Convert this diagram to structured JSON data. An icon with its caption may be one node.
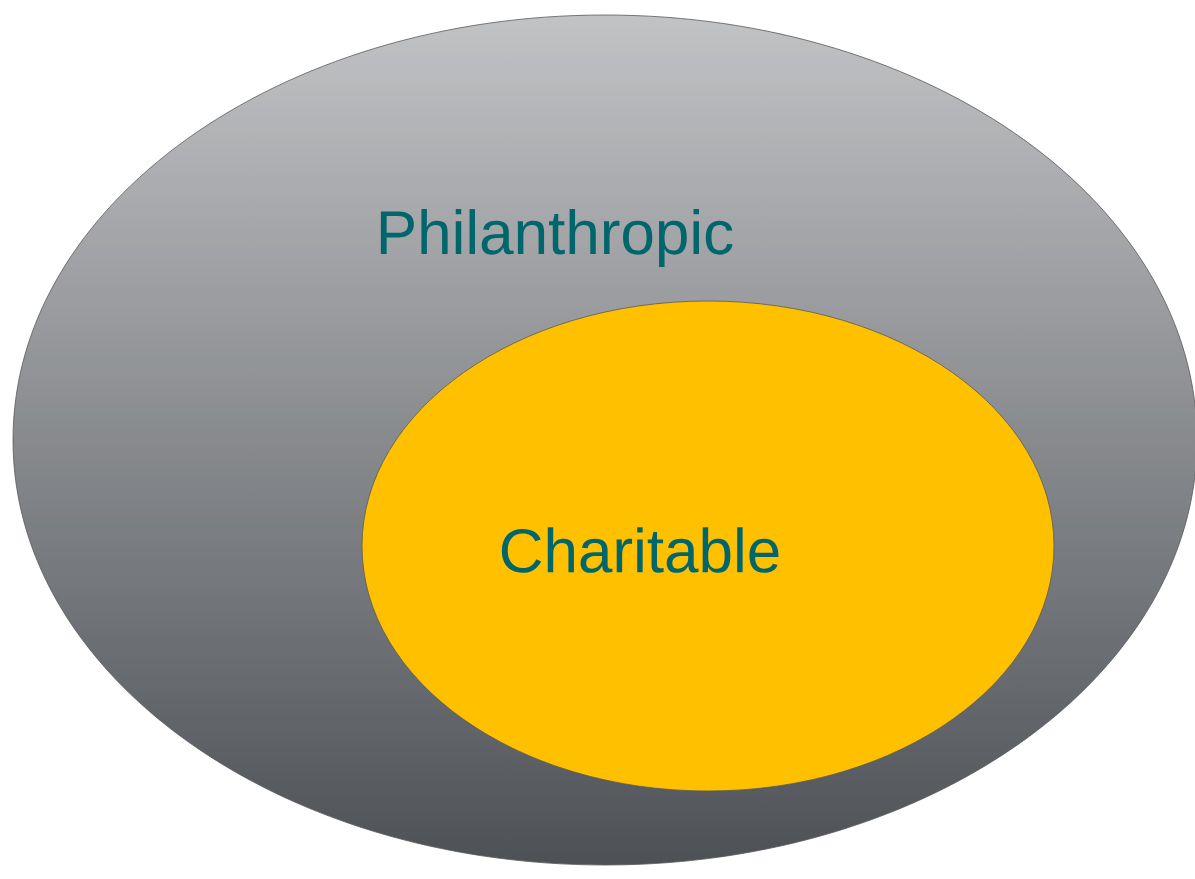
{
  "diagram": {
    "nodes": [
      {
        "text": [
          "Philanthropic"
        ]
      },
      {
        "text": [
          "Charitable"
        ],
        "in": 0
      }
    ]
  }
}
